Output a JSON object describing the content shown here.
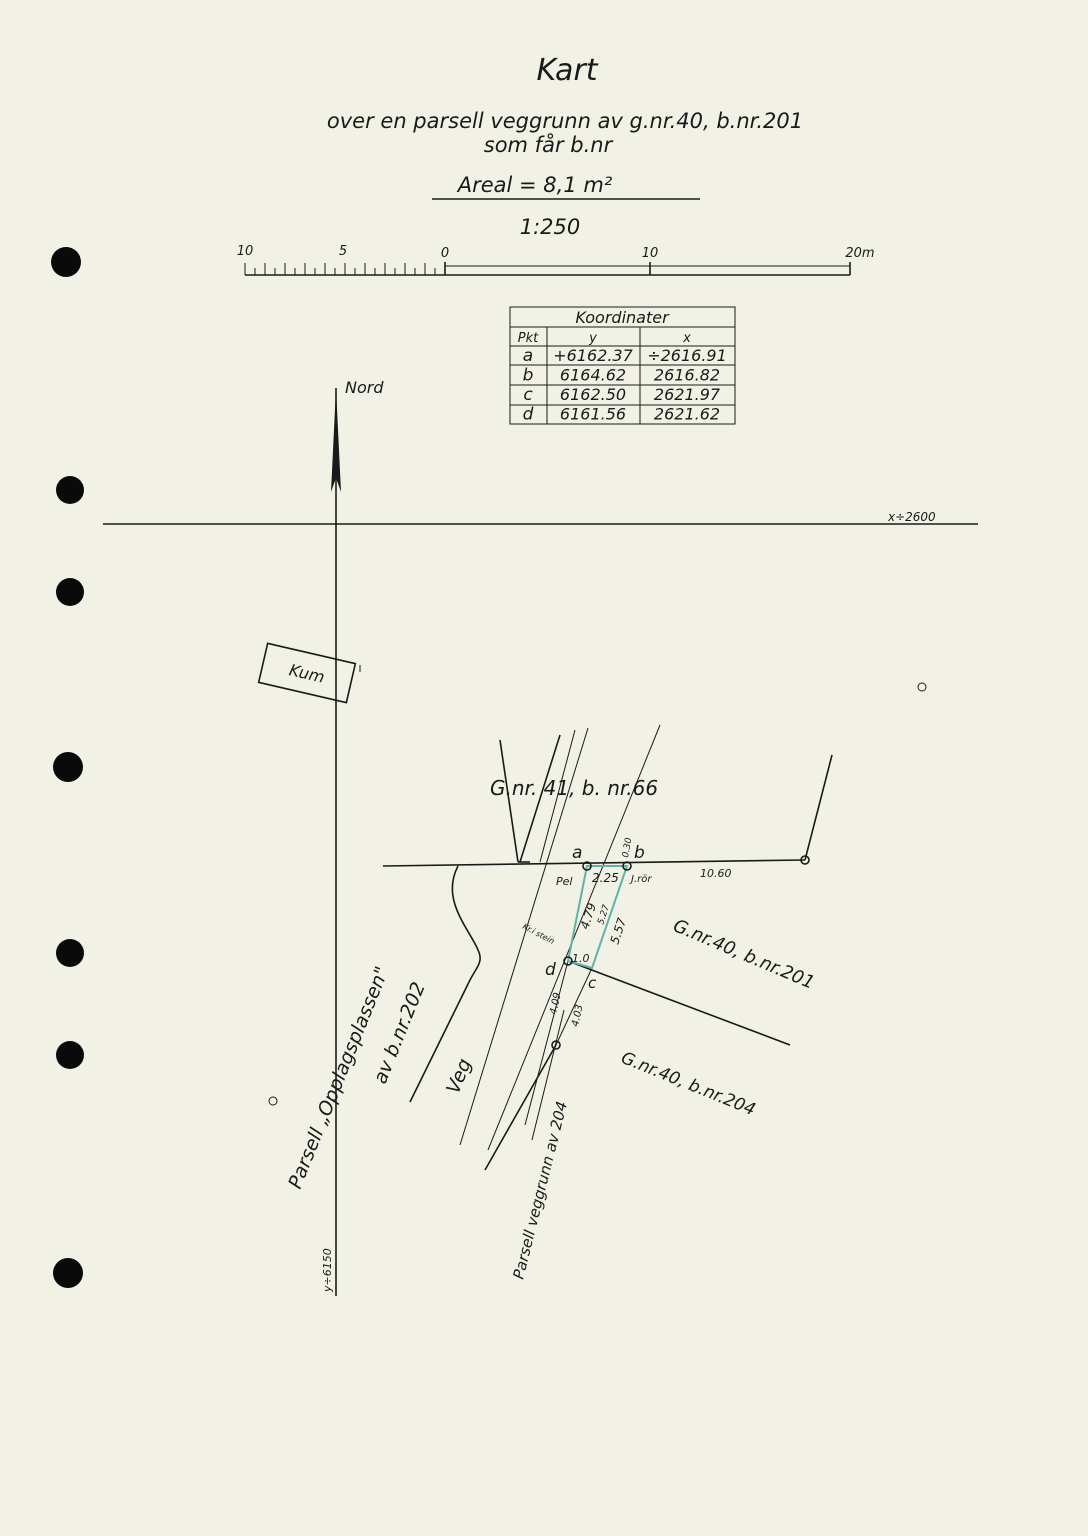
{
  "header": {
    "title": "Kart",
    "subtitle_line1": "over en parsell veggrunn av g.nr.40, b.nr.201",
    "subtitle_line2": "som får b.nr",
    "area": "Areal = 8,1 m²",
    "scale": "1:250"
  },
  "scale_bar": {
    "labels": [
      "10",
      "5",
      "0",
      "10",
      "20m"
    ]
  },
  "coordinates_table": {
    "title": "Koordinater",
    "columns": [
      "Pkt",
      "y",
      "x"
    ],
    "rows": [
      [
        "a",
        "+6162.37",
        "÷2616.91"
      ],
      [
        "b",
        "6164.62",
        "2616.82"
      ],
      [
        "c",
        "6162.50",
        "2621.97"
      ],
      [
        "d",
        "6161.56",
        "2621.62"
      ]
    ]
  },
  "map": {
    "north_label": "Nord",
    "x_gridline_label": "x÷2600",
    "y_gridline_label": "y÷6150",
    "kum_label": "Kum",
    "parcel_41_label": "G.nr. 41, b. nr.66",
    "parcel_201_label": "G.nr.40, b.nr.201",
    "parcel_204_label": "G.nr.40, b.nr.204",
    "opplag_label_line1": "Parsell „Opplagsplassen\"",
    "opplag_label_line2": "av b.nr.202",
    "road_label": "Veg",
    "veggrunn_label": "Parsell veggrunn av 204",
    "points": {
      "a": "a",
      "b": "b",
      "c": "c",
      "d": "d"
    },
    "pel_label": "Pel",
    "jror_label": "J.rör",
    "kristein_label": "Kr.i stein",
    "measures": {
      "ab": "2.25",
      "ad": "4.79",
      "diag": "5.27",
      "bc": "5.57",
      "d_offset": "1.0",
      "d_down": "4.09",
      "c_down": "4.03",
      "b_offset": "0.30",
      "line_right": "10.60"
    },
    "parcel_color": "#5fb3a8"
  }
}
